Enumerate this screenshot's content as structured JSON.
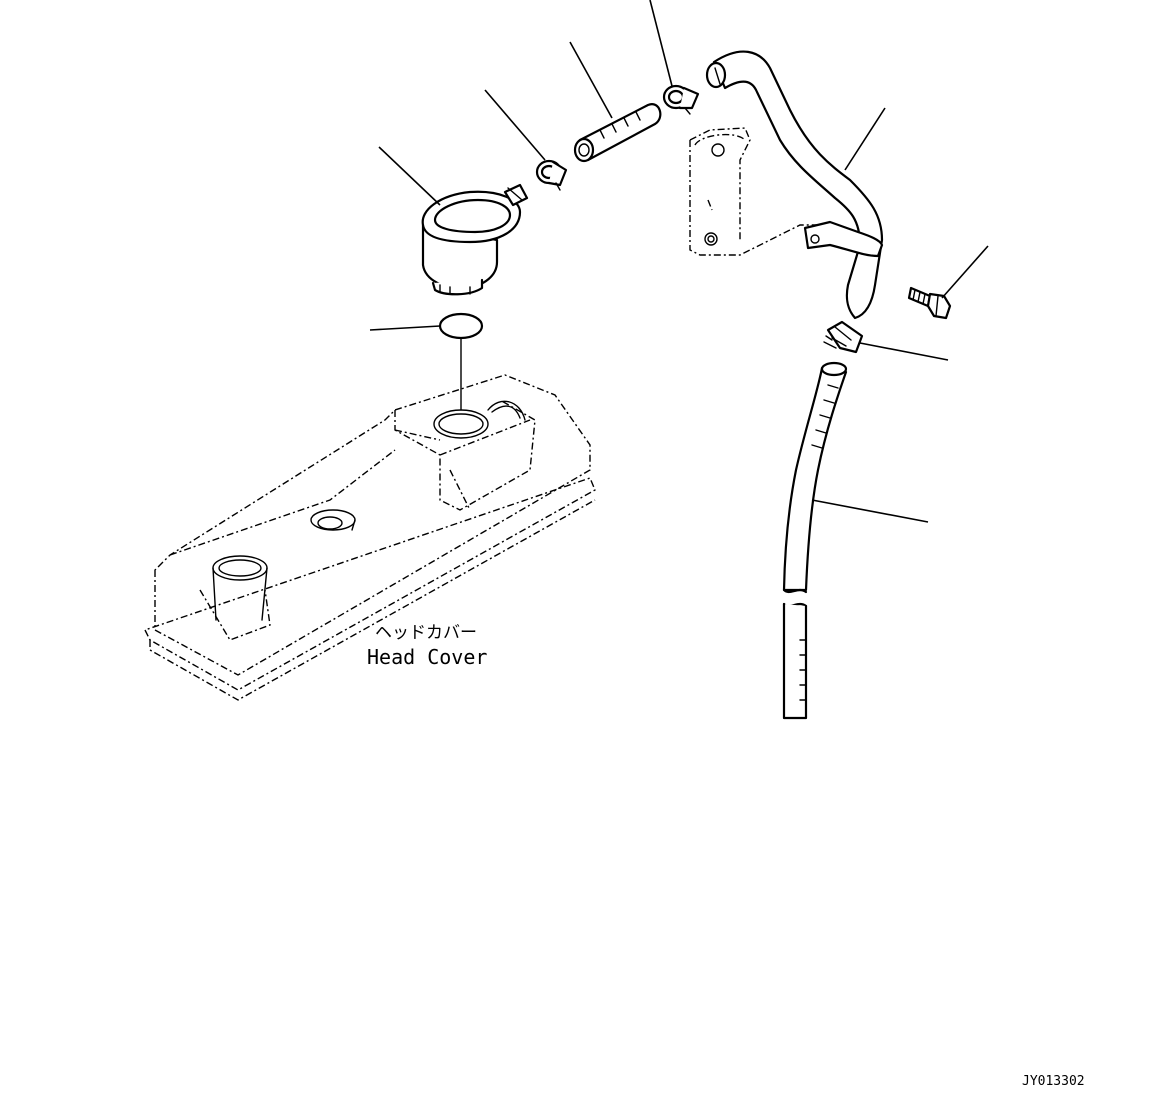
{
  "head_cover": {
    "label_jp": "ヘッドカバー",
    "label_en": "Head Cover"
  },
  "drawing_code": "JY013302",
  "parts": [
    {
      "name": "breather-cap",
      "icon": "breather-icon"
    },
    {
      "name": "o-ring",
      "icon": "o-ring-icon"
    },
    {
      "name": "hose-clamp-1",
      "icon": "clamp-icon"
    },
    {
      "name": "connector-hose",
      "icon": "hose-icon"
    },
    {
      "name": "hose-clamp-2",
      "icon": "clamp-icon"
    },
    {
      "name": "breather-tube",
      "icon": "tube-icon"
    },
    {
      "name": "mounting-bolt",
      "icon": "bolt-icon"
    },
    {
      "name": "hose-clip",
      "icon": "clip-icon"
    },
    {
      "name": "drain-hose",
      "icon": "hose-icon"
    }
  ]
}
